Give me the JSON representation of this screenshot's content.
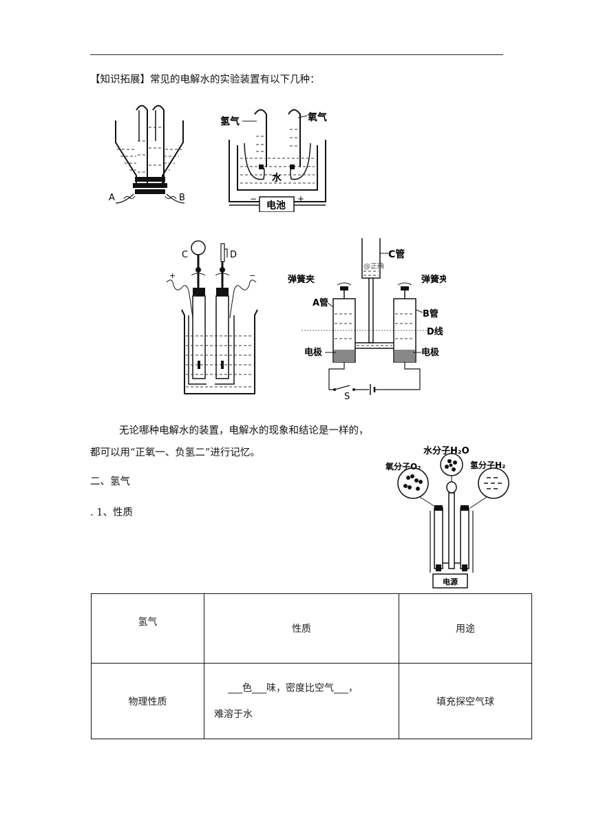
{
  "header": {
    "intro_bracket": "【知识拓展】",
    "intro_text": "常见的电解水的实验装置有以下几种："
  },
  "figure1": {
    "label_a": "A",
    "label_b": "B"
  },
  "figure2": {
    "hydrogen": "氢气",
    "oxygen": "氧气",
    "water": "水",
    "battery": "电池",
    "minus": "−",
    "plus": "+"
  },
  "figure3": {
    "label_c": "C",
    "label_d": "D",
    "plus": "+",
    "minus": "−"
  },
  "figure4": {
    "tube_c": "C管",
    "clip_left": "弹簧夹",
    "clip_right": "弹簧夹",
    "tube_a": "A管",
    "tube_b": "B管",
    "line_d": "D线",
    "electrode_left": "电极",
    "electrode_right": "电极",
    "switch": "S",
    "watermark": "@正确"
  },
  "figure5": {
    "water_molecule": "水分子H₂O",
    "oxygen_molecule": "氧分子O₂",
    "hydrogen_molecule": "氢分子H₂",
    "power": "电源"
  },
  "body": {
    "paragraph_line1": "无论哪种电解水的装置，电解水的现象和结论是一样的，",
    "paragraph_line2": "都可以用“正氧一、负氢二”进行记忆。",
    "section_title": "二、氢气",
    "subsection_title": ". 1、性质"
  },
  "table": {
    "headers": [
      "氢气",
      "性质",
      "用途"
    ],
    "row1": {
      "category": "物理性质",
      "property_line1": "___色___味，密度比空气___，",
      "property_line2": "难溶于水",
      "use": "填充探空气球"
    }
  }
}
